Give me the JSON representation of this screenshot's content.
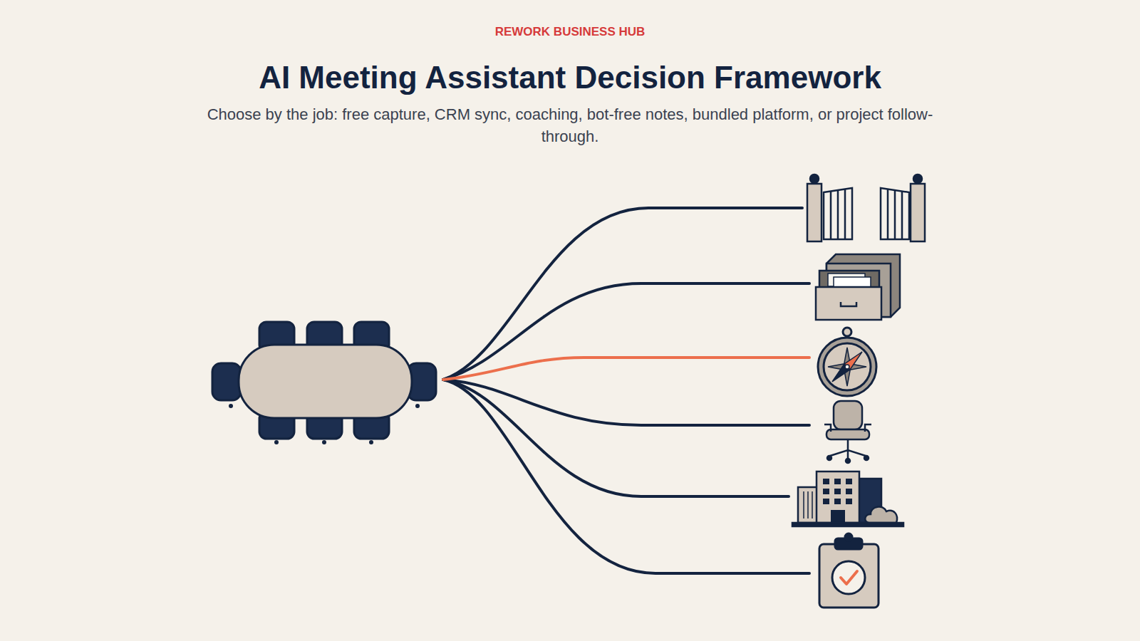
{
  "diagram": {
    "title": "AI Meeting Assistant Decision Framework",
    "caption": "Choose by the job: free capture, CRM sync, coaching, bot-free notes, bundled platform, or project follow-through.",
    "labels": [
      "REWORK BUSINESS HUB"
    ]
  }
}
